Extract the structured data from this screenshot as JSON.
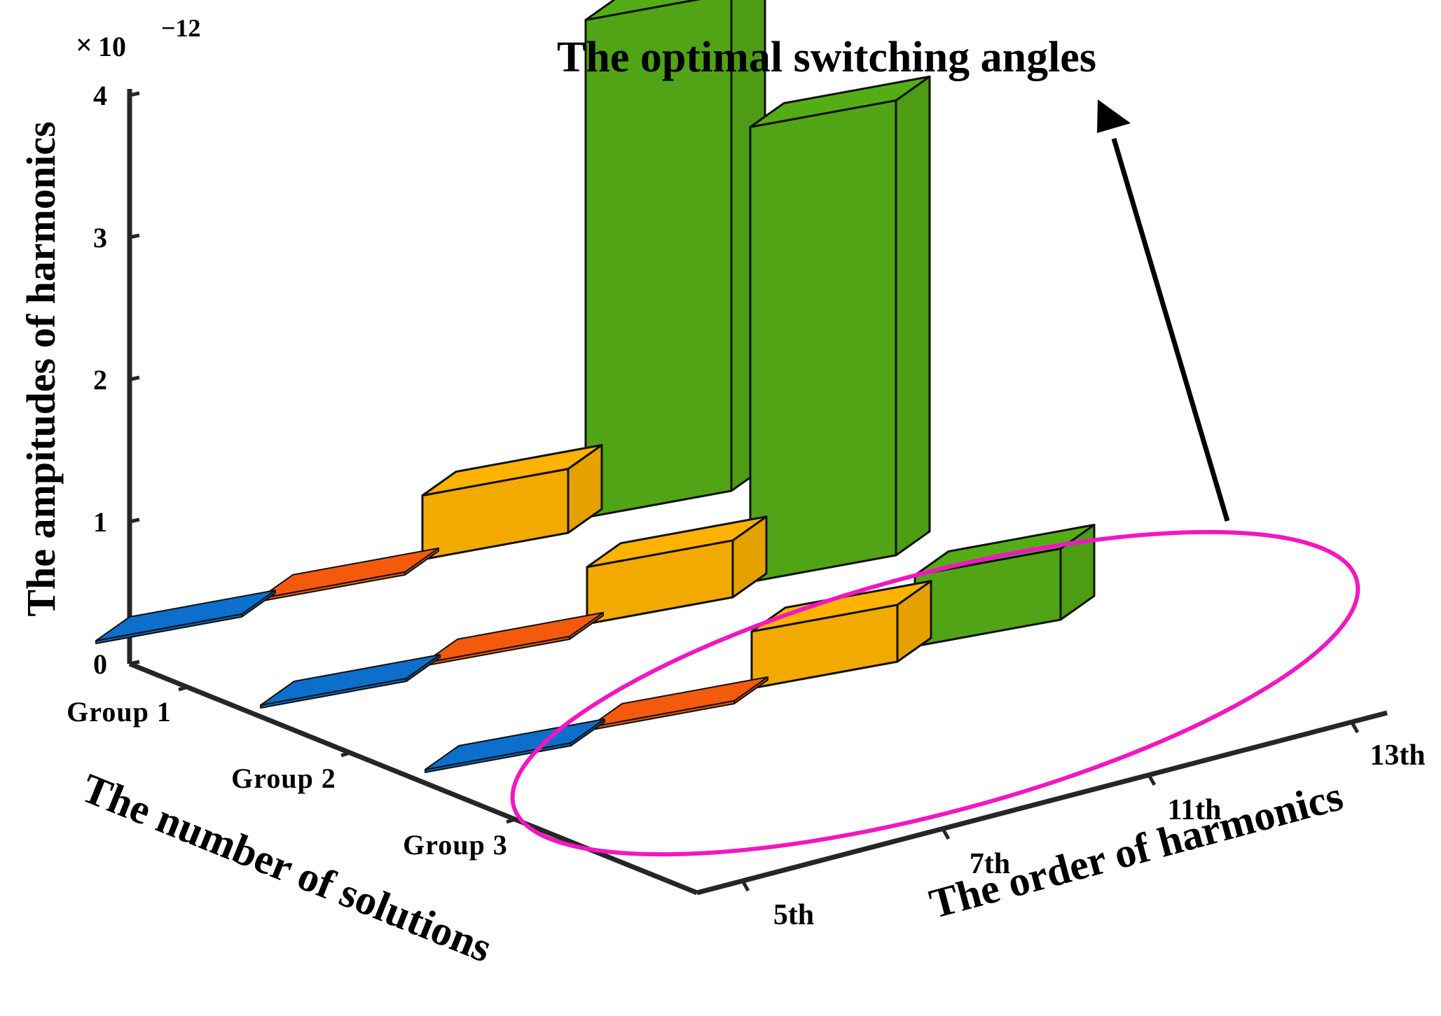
{
  "chart_data": {
    "type": "bar3d",
    "title": "The optimal switching angles",
    "zlabel": "The ampitudes of harmonics",
    "zexp": "10",
    "zexp_power": "−12",
    "zexp_times": "×",
    "zlim": [
      0,
      4
    ],
    "zticks": [
      "0",
      "1",
      "2",
      "3",
      "4"
    ],
    "xlabel": "The order of harmonics",
    "ylabel": "The number of solutions",
    "harmonics": [
      "5th",
      "7th",
      "11th",
      "13th"
    ],
    "groups": [
      "Group 1",
      "Group 2",
      "Group 3"
    ],
    "values": [
      [
        0.0,
        0.0,
        0.0
      ],
      [
        0.02,
        0.02,
        0.02
      ],
      [
        0.45,
        0.4,
        0.4
      ],
      [
        3.5,
        3.2,
        0.5
      ]
    ],
    "highlight": {
      "group": "Group 3",
      "target": "The optimal switching angles"
    }
  },
  "colors": {
    "5th": "#0b6fcb",
    "7th": "#f55a0c",
    "11th": "#ffb300",
    "13th": "#55ad16",
    "ellipse": "#f018c0",
    "axis": "#262626"
  }
}
